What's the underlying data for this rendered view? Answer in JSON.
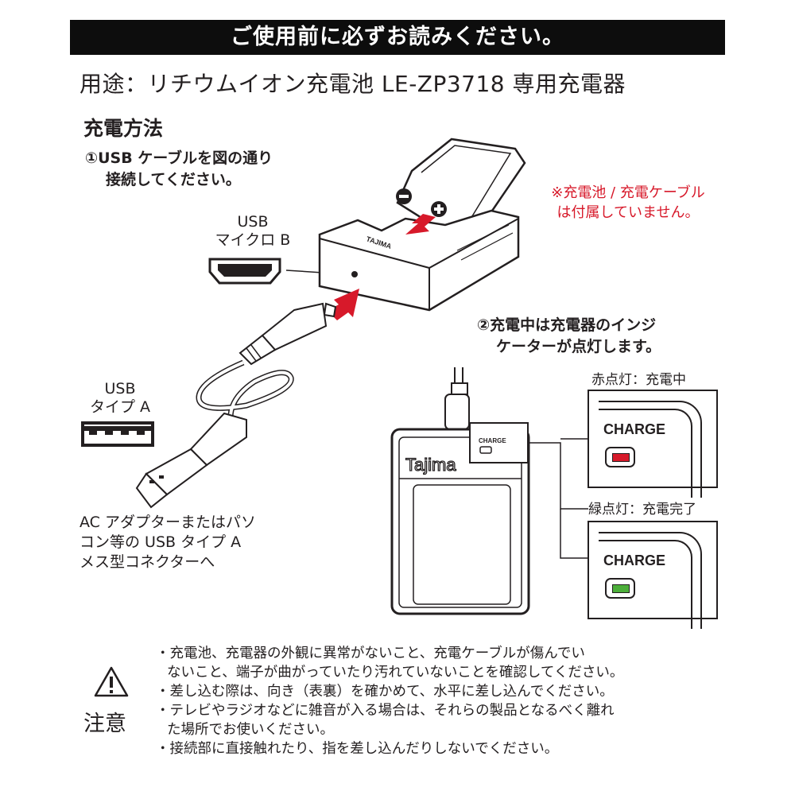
{
  "banner": {
    "text": "ご使用前に必ずお読みください。"
  },
  "purpose": {
    "text": "用途：リチウムイオン充電池 LE-ZP3718 専用充電器"
  },
  "method": {
    "title": "充電方法",
    "step1": {
      "line1": "①USB ケーブルを図の通り",
      "line2": "接続してください。"
    },
    "step2": {
      "line1": "②充電中は充電器のインジ",
      "line2": "ケーターが点灯します。"
    }
  },
  "note_not_included": {
    "line1": "※充電池 / 充電ケーブル",
    "line2": "は付属していません。"
  },
  "connectors": {
    "usb_micro_b": {
      "line1": "USB",
      "line2": "マイクロ B"
    },
    "usb_type_a": {
      "line1": "USB",
      "line2": "タイプ A"
    }
  },
  "ac_adapter_text": {
    "line1": "AC アダプターまたはパソ",
    "line2": "コン等の USB タイプ A",
    "line3": "メス型コネクターへ"
  },
  "charger_brand": "Tajima",
  "charger_small_label": "CHARGE",
  "indicators": [
    {
      "label": "赤点灯：充電中",
      "panel_text": "CHARGE",
      "led_color": "#d7192a"
    },
    {
      "label": "緑点灯：充電完了",
      "panel_text": "CHARGE",
      "led_color": "#4caf3a"
    }
  ],
  "arrow_color": "#d7192a",
  "caution": {
    "label": "注意",
    "icon": "warning-triangle-icon",
    "items": [
      {
        "line1": "・充電池、充電器の外観に異常がないこと、充電ケーブルが傷んでい",
        "line2": "ないこと、端子が曲がっていたり汚れていないことを確認してください。"
      },
      {
        "line1": "・差し込む際は、向き（表裏）を確かめて、水平に差し込んでください。"
      },
      {
        "line1": "・テレビやラジオなどに雑音が入る場合は、それらの製品となるべく離れ",
        "line2": "た場所でお使いください。"
      },
      {
        "line1": "・接続部に直接触れたり、指を差し込んだりしないでください。"
      }
    ]
  }
}
